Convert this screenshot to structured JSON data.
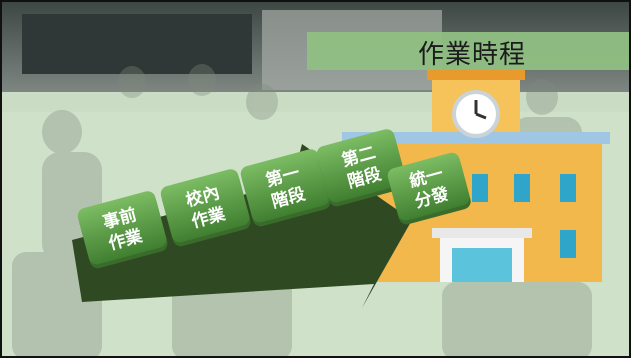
{
  "slide": {
    "title": "作業時程"
  },
  "steps": [
    {
      "line1": "事前",
      "line2": "作業"
    },
    {
      "line1": "校內",
      "line2": "作業"
    },
    {
      "line1": "第一",
      "line2": "階段"
    },
    {
      "line1": "第二",
      "line2": "階段"
    },
    {
      "line1": "統一",
      "line2": "分發"
    }
  ],
  "colors": {
    "title_bar": "#8fbf82",
    "tile": "#5f9e4c",
    "arrow": "#2f4a22",
    "school": "#f2b84b",
    "roof": "#9fc6e3"
  }
}
